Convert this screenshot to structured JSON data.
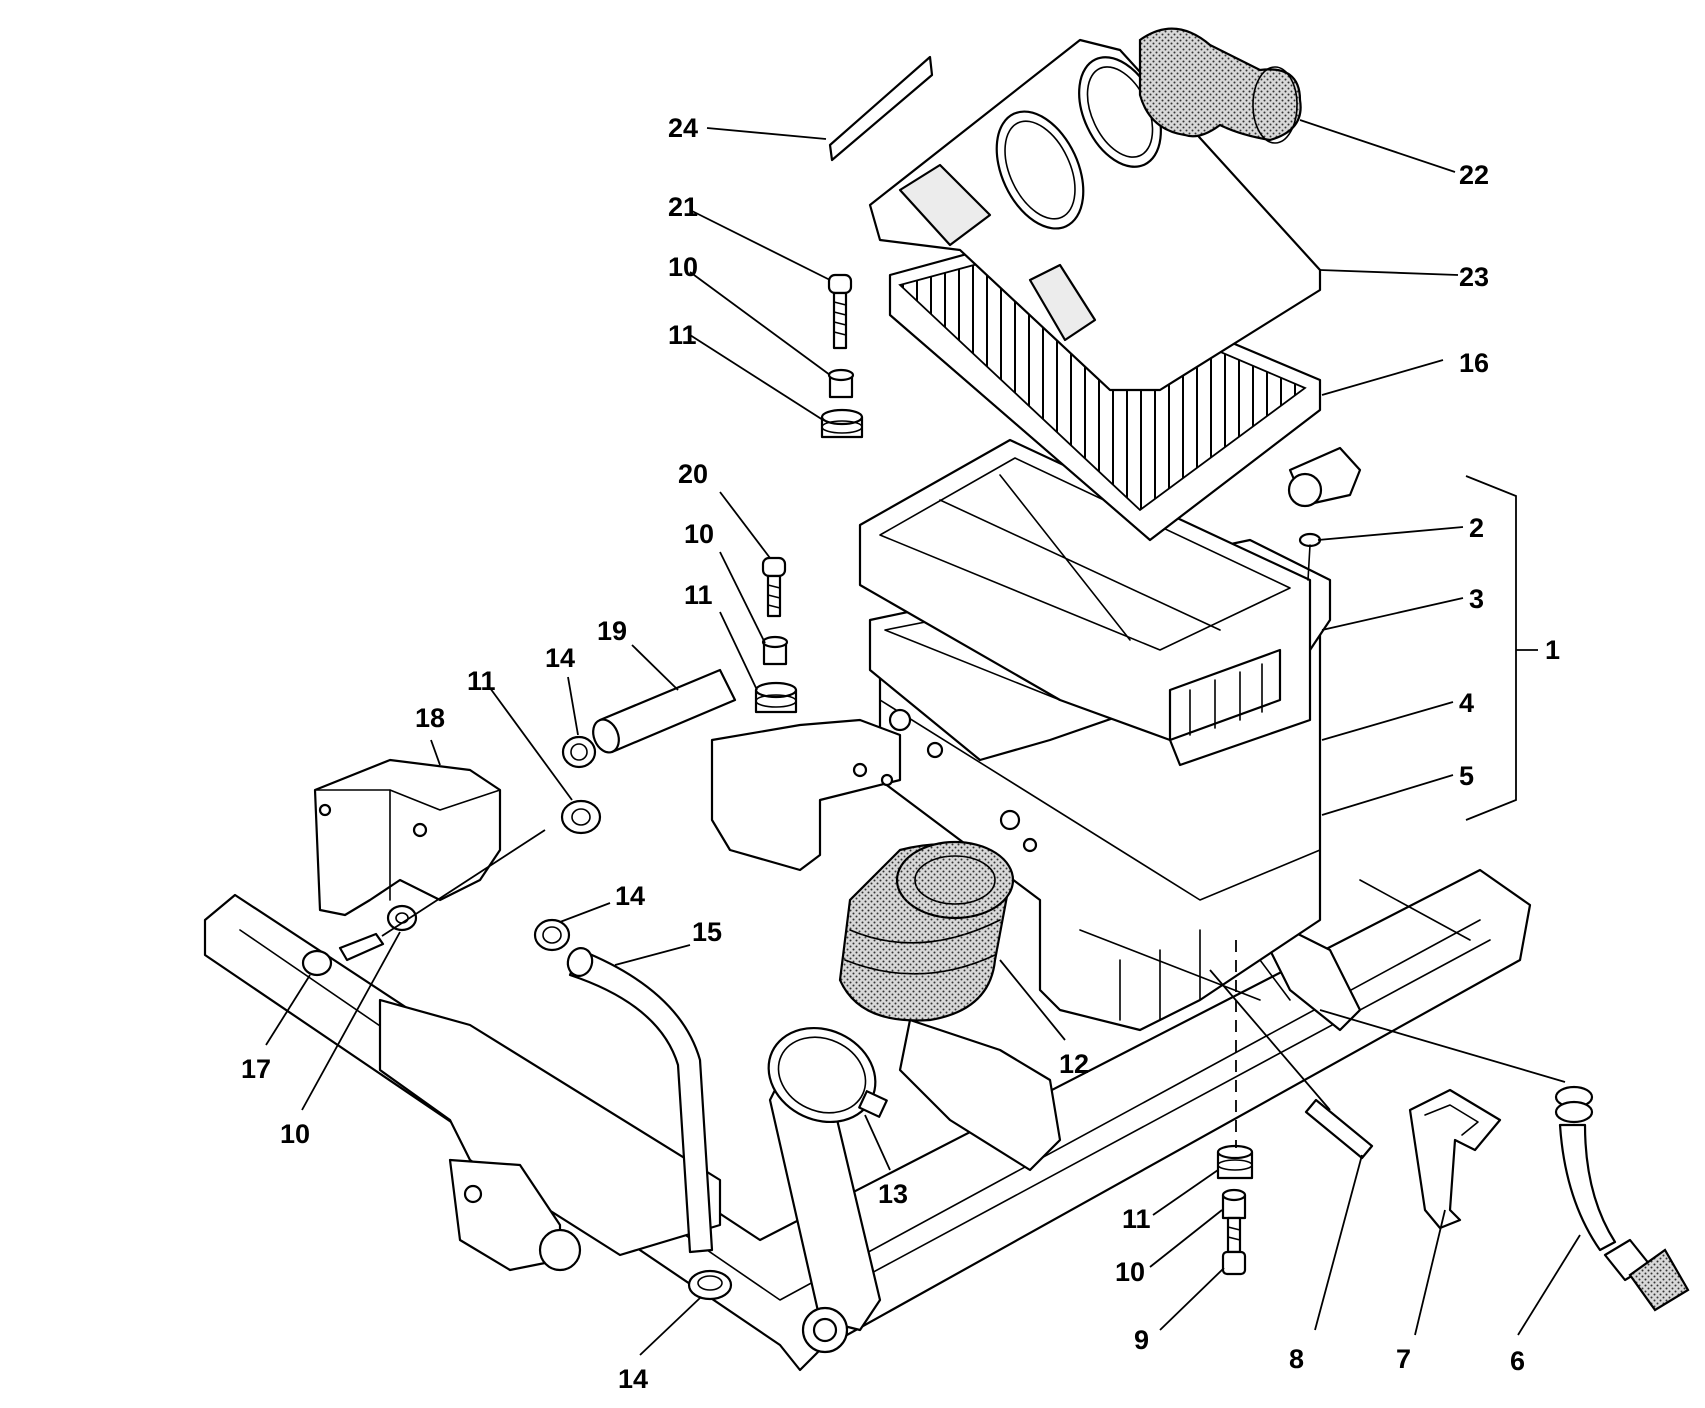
{
  "callouts": {
    "c1": "1",
    "c2": "2",
    "c3": "3",
    "c4": "4",
    "c5": "5",
    "c6": "6",
    "c7": "7",
    "c8": "8",
    "c9": "9",
    "c10a": "10",
    "c10b": "10",
    "c10c": "10",
    "c10d": "10",
    "c11a": "11",
    "c11b": "11",
    "c11c": "11",
    "c11d": "11",
    "c12": "12",
    "c13": "13",
    "c14a": "14",
    "c14b": "14",
    "c14c": "14",
    "c15": "15",
    "c16": "16",
    "c17": "17",
    "c18": "18",
    "c19": "19",
    "c20": "20",
    "c21": "21",
    "c22": "22",
    "c23": "23",
    "c24": "24"
  }
}
